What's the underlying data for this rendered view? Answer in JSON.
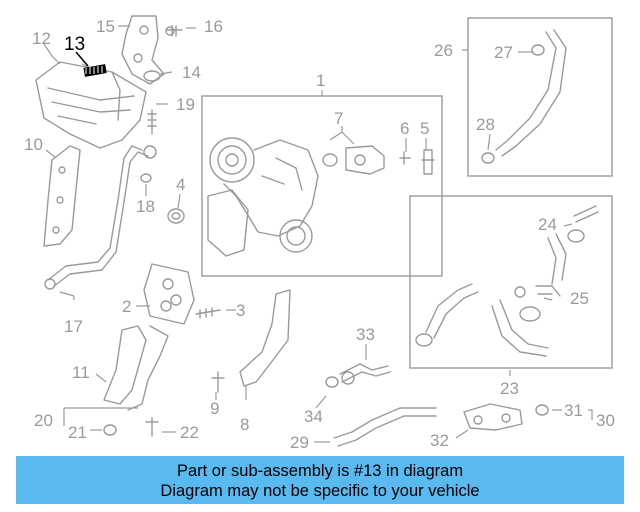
{
  "colors": {
    "banner": "#5ab9ef",
    "part_lines": "#9a9a9a",
    "highlight": "#000000"
  },
  "highlighted_part": "13",
  "callouts": [
    "1",
    "2",
    "3",
    "4",
    "5",
    "6",
    "7",
    "8",
    "9",
    "10",
    "11",
    "12",
    "13",
    "14",
    "15",
    "16",
    "17",
    "18",
    "19",
    "20",
    "21",
    "22",
    "23",
    "24",
    "25",
    "26",
    "27",
    "28",
    "29",
    "30",
    "31",
    "32",
    "33",
    "34"
  ],
  "banner": {
    "line1": "Part or sub-assembly is #13 in diagram",
    "line2": "Diagram may not be specific to your vehicle"
  }
}
